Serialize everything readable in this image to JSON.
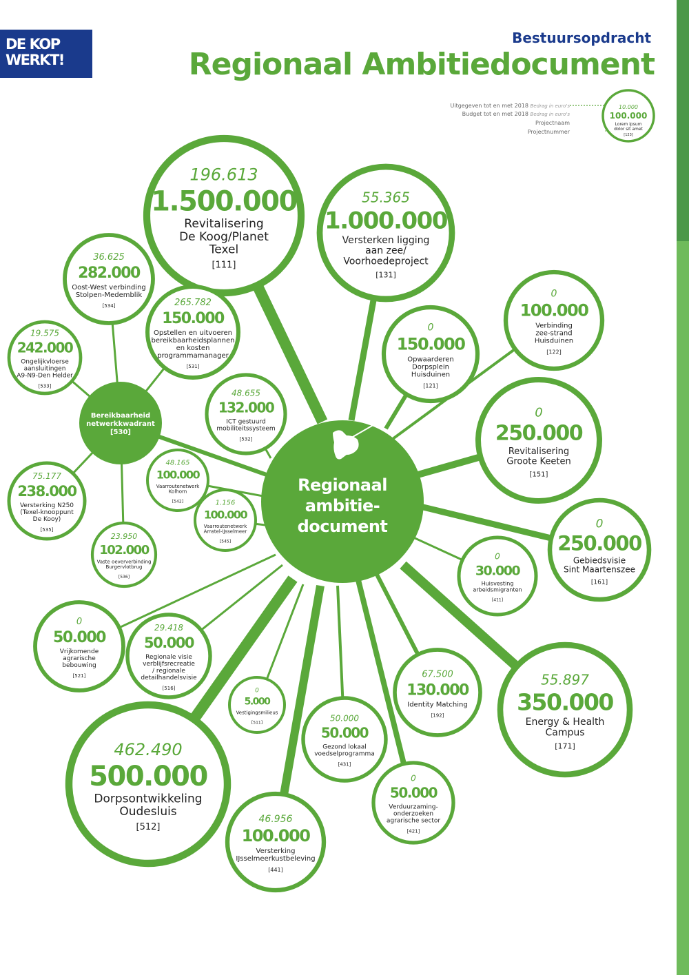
{
  "header": {
    "logo_line1": "DE KOP",
    "logo_line2": "WERKT!",
    "kicker": "Bestuursopdracht",
    "title": "Regionaal Ambitiedocument"
  },
  "legend": {
    "rows": [
      {
        "label": "Uitgegeven tot en met 2018",
        "note": "Bedrag in euro's"
      },
      {
        "label": "Budget tot en met 2018",
        "note": "Bedrag in euro's"
      },
      {
        "label": "Projectnaam",
        "note": ""
      },
      {
        "label": "Projectnummer",
        "note": ""
      }
    ],
    "sample": {
      "spent": "10.000",
      "budget": "100.000",
      "name": "Lorem ipsum dolor sit amet",
      "number": "[123]"
    }
  },
  "center": {
    "title_lines": [
      "Regionaal",
      "ambitie-",
      "document"
    ]
  },
  "hub": {
    "title_lines": [
      "Bereikbaarheid",
      "netwerkkwadrant",
      "[530]"
    ]
  },
  "colors": {
    "green": "#5aa83a",
    "navy": "#1a3a8c",
    "sidebar_dark": "#4b9848",
    "sidebar_light": "#6fbb5b"
  },
  "projects": [
    {
      "spent": "196.613",
      "budget": "1.500.000",
      "name": [
        "Revitalisering",
        "De Koog/Planet",
        "Texel"
      ],
      "number": "[111]"
    },
    {
      "spent": "55.365",
      "budget": "1.000.000",
      "name": [
        "Versterken ligging",
        "aan zee/",
        "Voorhoedeproject"
      ],
      "number": "[131]"
    },
    {
      "spent": "0",
      "budget": "100.000",
      "name": [
        "Verbinding",
        "zee-strand",
        "Huisduinen"
      ],
      "number": "[122]"
    },
    {
      "spent": "0",
      "budget": "150.000",
      "name": [
        "Opwaarderen",
        "Dorpsplein",
        "Huisduinen"
      ],
      "number": "[121]"
    },
    {
      "spent": "0",
      "budget": "250.000",
      "name": [
        "Revitalisering",
        "Groote Keeten"
      ],
      "number": "[151]"
    },
    {
      "spent": "0",
      "budget": "250.000",
      "name": [
        "Gebiedsvisie",
        "Sint Maartenszee"
      ],
      "number": "[161]"
    },
    {
      "spent": "0",
      "budget": "30.000",
      "name": [
        "Huisvesting",
        "arbeidsmigranten"
      ],
      "number": "[411]"
    },
    {
      "spent": "55.897",
      "budget": "350.000",
      "name": [
        "Energy & Health",
        "Campus"
      ],
      "number": "[171]"
    },
    {
      "spent": "67.500",
      "budget": "130.000",
      "name": [
        "Identity Matching"
      ],
      "number": "[192]"
    },
    {
      "spent": "0",
      "budget": "50.000",
      "name": [
        "Verduurzaming-",
        "onderzoeken",
        "agrarische sector"
      ],
      "number": "[421]"
    },
    {
      "spent": "50.000",
      "budget": "50.000",
      "name": [
        "Gezond lokaal",
        "voedselprogramma"
      ],
      "number": "[431]"
    },
    {
      "spent": "46.956",
      "budget": "100.000",
      "name": [
        "Versterking",
        "IJsselmeerkustbeleving"
      ],
      "number": "[441]"
    },
    {
      "spent": "0",
      "budget": "5.000",
      "name": [
        "Vestigingsmilieus"
      ],
      "number": "[511]"
    },
    {
      "spent": "462.490",
      "budget": "500.000",
      "name": [
        "Dorpsontwikkeling",
        "Oudesluis"
      ],
      "number": "[512]"
    },
    {
      "spent": "29.418",
      "budget": "50.000",
      "name": [
        "Regionale visie",
        "verblijfsrecreatie",
        "/ regionale",
        "detailhandelsvisie"
      ],
      "number": "[516]"
    },
    {
      "spent": "0",
      "budget": "50.000",
      "name": [
        "Vrijkomende",
        "agrarische",
        "bebouwing"
      ],
      "number": "[521]"
    },
    {
      "spent": "1.156",
      "budget": "100.000",
      "name": [
        "Vaarroutenetwerk",
        "Amstel-IJsselmeer"
      ],
      "number": "[545]"
    },
    {
      "spent": "48.165",
      "budget": "100.000",
      "name": [
        "Vaarroutenetwerk",
        "Kolhorn"
      ],
      "number": "[542]"
    },
    {
      "spent": "48.655",
      "budget": "132.000",
      "name": [
        "ICT gestuurd",
        "mobiliteitssysteem"
      ],
      "number": "[532]"
    },
    {
      "spent": "265.782",
      "budget": "150.000",
      "name": [
        "Opstellen en uitvoeren",
        "bereikbaarheidsplannen",
        "en kosten",
        "programmamanager"
      ],
      "number": "[531]"
    },
    {
      "spent": "36.625",
      "budget": "282.000",
      "name": [
        "Oost-West verbinding",
        "Stolpen-Medemblik"
      ],
      "number": "[534]"
    },
    {
      "spent": "19.575",
      "budget": "242.000",
      "name": [
        "Ongelijkvloerse",
        "aansluitingen",
        "A9-N9-Den Helder"
      ],
      "number": "[533]"
    },
    {
      "spent": "75.177",
      "budget": "238.000",
      "name": [
        "Versterking N250",
        "(Texel-knooppunt",
        "De Kooy)"
      ],
      "number": "[535]"
    },
    {
      "spent": "23.950",
      "budget": "102.000",
      "name": [
        "Vaste oeververbinding",
        "Burgervlotbrug"
      ],
      "number": "[536]"
    }
  ]
}
